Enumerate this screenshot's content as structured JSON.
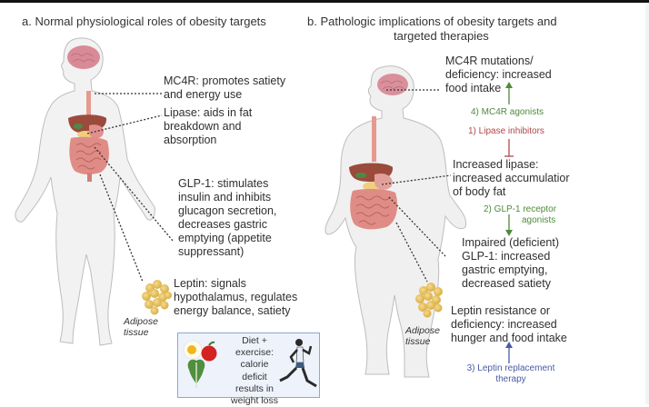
{
  "panel_a": {
    "title": "a. Normal physiological roles of obesity targets",
    "labels": {
      "mc4r": [
        "MC4R: promotes satiety",
        "and energy use"
      ],
      "lipase": [
        "Lipase: aids in fat",
        "breakdown and",
        "absorption"
      ],
      "glp1": [
        "GLP-1: stimulates",
        "insulin and inhibits",
        "glucagon secretion,",
        "decreases gastric",
        "emptying (appetite",
        "suppressant)"
      ],
      "leptin": [
        "Leptin: signals",
        "hypothalamus, regulates",
        "energy balance, satiety"
      ]
    },
    "adipose_label": [
      "Adipose",
      "tissue"
    ],
    "diet_box": "Diet + exercise: calorie deficit results in weight loss"
  },
  "panel_b": {
    "title": [
      "b. Pathologic implications of obesity targets and",
      "targeted therapies"
    ],
    "labels": {
      "mc4r": [
        "MC4R mutations/",
        "deficiency: increased",
        "food intake"
      ],
      "lipase": [
        "Increased lipase:",
        "increased accumulatior",
        "of body fat"
      ],
      "glp1": [
        "Impaired (deficient)",
        "GLP-1: increased",
        "gastric emptying,",
        "decreased satiety"
      ],
      "leptin": [
        "Leptin resistance or",
        "deficiency: increased",
        "hunger and food intake"
      ]
    },
    "therapies": {
      "mc4r": "4) MC4R agonists",
      "lipase": "1) Lipase inhibitors",
      "glp1": [
        "2) GLP-1 receptor",
        "agonists"
      ],
      "leptin": [
        "3) Leptin replacement",
        "therapy"
      ]
    },
    "adipose_label": [
      "Adipose",
      "tissue"
    ]
  },
  "colors": {
    "agonist": "#4e8a3a",
    "inhibitor": "#b0474a",
    "replacement": "#4a5aa8",
    "body": "#f0f0f0",
    "organ": "#d98585",
    "fat": "#e8c468"
  }
}
